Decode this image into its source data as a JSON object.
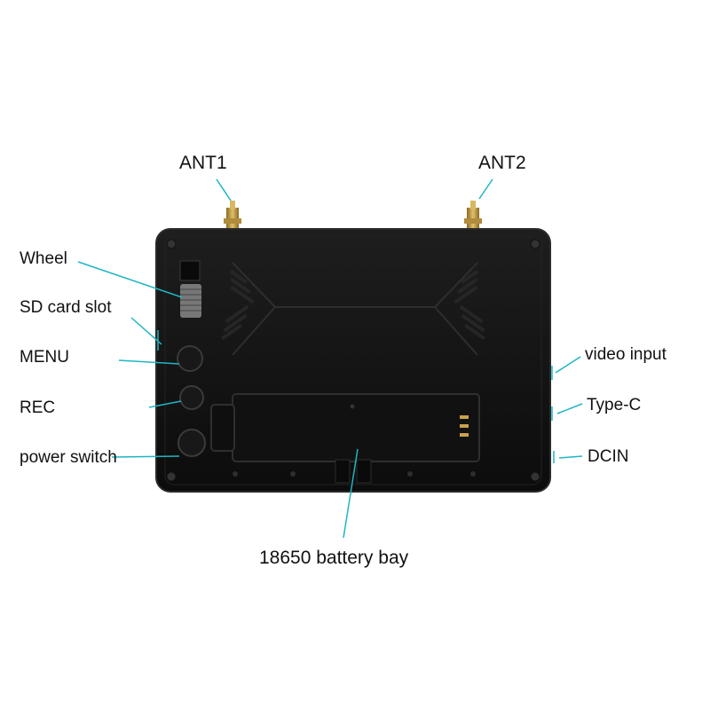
{
  "labels": {
    "ant1": "ANT1",
    "ant2": "ANT2",
    "wheel": "Wheel",
    "sd_card_slot": "SD card slot",
    "menu": "MENU",
    "rec": "REC",
    "power_switch": "power switch",
    "video_input": "video input",
    "type_c": "Type-C",
    "dcin": "DCIN",
    "battery_bay": "18650 battery bay"
  },
  "colors": {
    "leader_line": "#1fb5c4",
    "device_body": "#141414",
    "device_edge": "#2a2a2a",
    "antenna_gold": "#c9a24a"
  }
}
